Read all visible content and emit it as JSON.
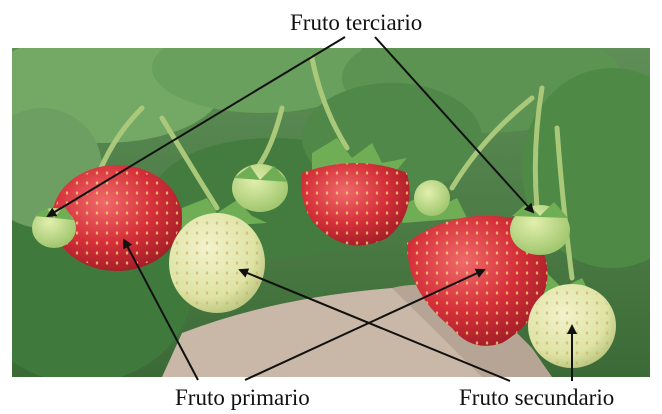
{
  "labels": {
    "terciario": "Fruto terciario",
    "primario": "Fruto primario",
    "secundario": "Fruto secundario"
  },
  "colors": {
    "leaf_dark": "#2f5a2b",
    "leaf_mid": "#4c8a45",
    "leaf_light": "#7fb06c",
    "berry_red": "#d5303a",
    "berry_dark": "#a81f28",
    "unripe": "#d9e6a8",
    "green_bud": "#9cc46a",
    "soil": "#c9b8a7",
    "arrow": "#111111"
  }
}
